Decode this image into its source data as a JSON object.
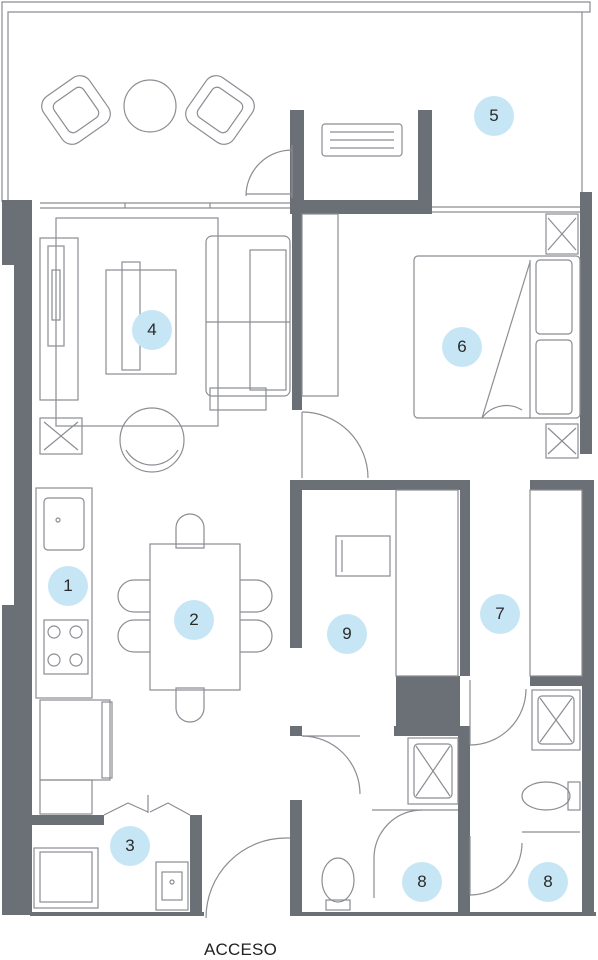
{
  "rooms": [
    {
      "number": "1"
    },
    {
      "number": "2"
    },
    {
      "number": "3"
    },
    {
      "number": "4"
    },
    {
      "number": "5"
    },
    {
      "number": "6"
    },
    {
      "number": "7"
    },
    {
      "number": "8"
    },
    {
      "number": "8"
    },
    {
      "number": "9"
    }
  ],
  "entrance_label": "ACCESO",
  "colors": {
    "wall": "#6b6f76",
    "line": "#8a8d92",
    "label_fill": "#c6e6f6"
  }
}
